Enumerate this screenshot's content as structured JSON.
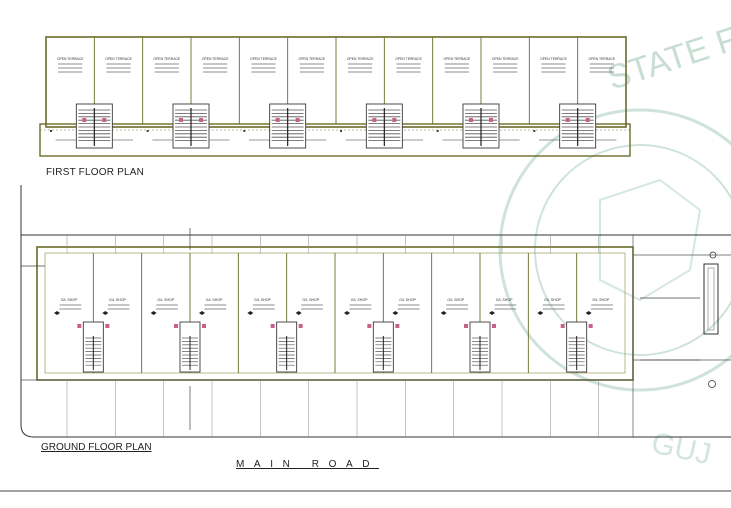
{
  "labels": {
    "first_floor_plan": "FIRST FLOOR PLAN",
    "ground_floor_plan": "GROUND FLOOR PLAN",
    "main_road": "MAIN ROAD",
    "stamp_text": "STATE F",
    "stamp_text_2": "GUJ"
  },
  "first_floor": {
    "unit_label": "OPEN TERRACE",
    "unit_count": 12
  },
  "ground_floor": {
    "unit_label": "G/L SHOP",
    "unit_count": 12
  },
  "colors": {
    "wall": "#6b6b2a",
    "line": "#3a3a3a",
    "stair": "#555555",
    "stamp": "#bfd9cc",
    "door": "#c8608c"
  }
}
